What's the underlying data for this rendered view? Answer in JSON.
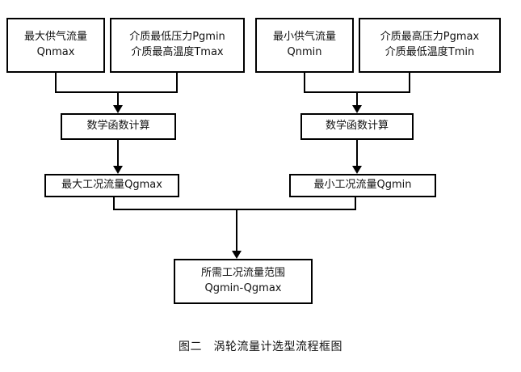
{
  "figure": {
    "caption": "图二　涡轮流量计选型流程框图",
    "type": "flowchart",
    "stroke_color": "#000000",
    "background_color": "#ffffff"
  },
  "nodes": {
    "qnmax": {
      "line1": "最大供气流量",
      "line2": "Qnmax"
    },
    "pgmin": {
      "line1": "介质最低压力Pgmin",
      "line2": "介质最高温度Tmax"
    },
    "qnmin": {
      "line1": "最小供气流量",
      "line2": "Qnmin"
    },
    "pgmax": {
      "line1": "介质最高压力Pgmax",
      "line2": "介质最低温度Tmin"
    },
    "calc_left": {
      "line1": "数学函数计算"
    },
    "calc_right": {
      "line1": "数学函数计算"
    },
    "qgmax": {
      "line1": "最大工况流量Qgmax"
    },
    "qgmin": {
      "line1": "最小工况流量Qgmin"
    },
    "range": {
      "line1": "所需工况流量范围",
      "line2": "Qgmin-Qgmax"
    }
  },
  "flow": {
    "edges": [
      {
        "from": "qnmax",
        "to": "calc_left",
        "kind": "merge-into"
      },
      {
        "from": "pgmin",
        "to": "calc_left",
        "kind": "merge-into"
      },
      {
        "from": "qnmin",
        "to": "calc_right",
        "kind": "merge-into"
      },
      {
        "from": "pgmax",
        "to": "calc_right",
        "kind": "merge-into"
      },
      {
        "from": "calc_left",
        "to": "qgmax",
        "kind": "direct"
      },
      {
        "from": "calc_right",
        "to": "qgmin",
        "kind": "direct"
      },
      {
        "from": "qgmax",
        "to": "range",
        "kind": "merge-into"
      },
      {
        "from": "qgmin",
        "to": "range",
        "kind": "merge-into"
      }
    ]
  }
}
